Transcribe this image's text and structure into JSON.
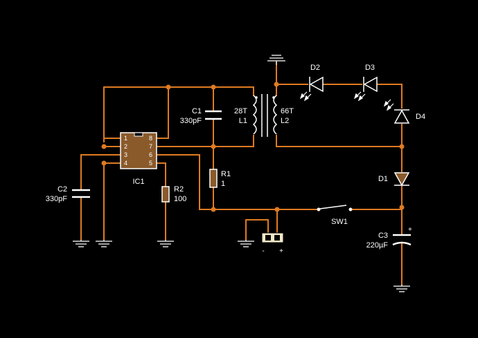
{
  "components": {
    "c1": {
      "ref": "C1",
      "value": "330pF"
    },
    "c2": {
      "ref": "C2",
      "value": "330pF"
    },
    "c3": {
      "ref": "C3",
      "value": "220µF",
      "polarity": "+"
    },
    "r1": {
      "ref": "R1",
      "value": "1"
    },
    "r2": {
      "ref": "R2",
      "value": "100"
    },
    "ic1": {
      "ref": "IC1",
      "pins_left": [
        "1",
        "2",
        "3",
        "4"
      ],
      "pins_right": [
        "8",
        "7",
        "6",
        "5"
      ]
    },
    "l1": {
      "turns": "28T",
      "ref": "L1"
    },
    "l2": {
      "turns": "66T",
      "ref": "L2"
    },
    "d1": {
      "ref": "D1"
    },
    "d2": {
      "ref": "D2"
    },
    "d3": {
      "ref": "D3"
    },
    "d4": {
      "ref": "D4"
    },
    "sw1": {
      "ref": "SW1"
    },
    "battery_connector": {
      "minus": "-",
      "plus": "+"
    }
  },
  "colors": {
    "background": "#000000",
    "wire": "#e07b22",
    "ground": "#d9d9d9",
    "component_fill": "#8a5a2b",
    "text": "#ffffff"
  }
}
